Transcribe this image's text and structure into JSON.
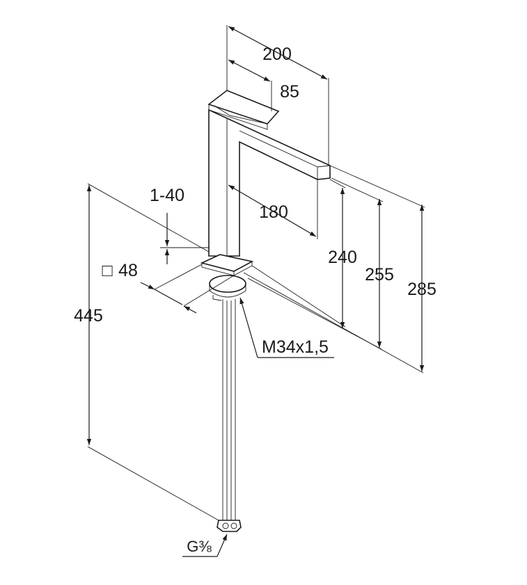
{
  "dimensions": {
    "d200": "200",
    "d85": "85",
    "d180": "180",
    "d1_40": "1-40",
    "d48": "48",
    "d48_symbol": "□",
    "d240": "240",
    "d255": "255",
    "d285": "285",
    "d445": "445",
    "thread": "M34x1,5",
    "connection": "G⅜"
  }
}
